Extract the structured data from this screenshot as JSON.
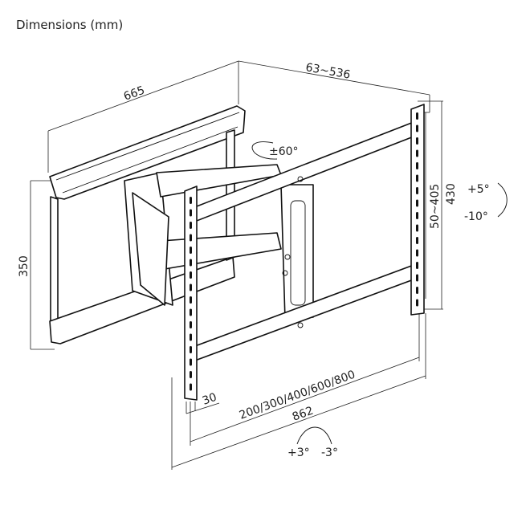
{
  "title": "Dimensions (mm)",
  "dimensions": {
    "wall_plate_width": "665",
    "extension": "63~536",
    "wall_plate_height": "350",
    "vesa_vertical": "50~405",
    "bracket_height": "430",
    "vesa_horizontal": "200/300/400/600/800",
    "bracket_width": "862",
    "offset": "30"
  },
  "angles": {
    "swivel": "±60°",
    "tilt_up": "+5°",
    "tilt_down": "-10°",
    "level_plus": "+3°",
    "level_minus": "-3°"
  }
}
